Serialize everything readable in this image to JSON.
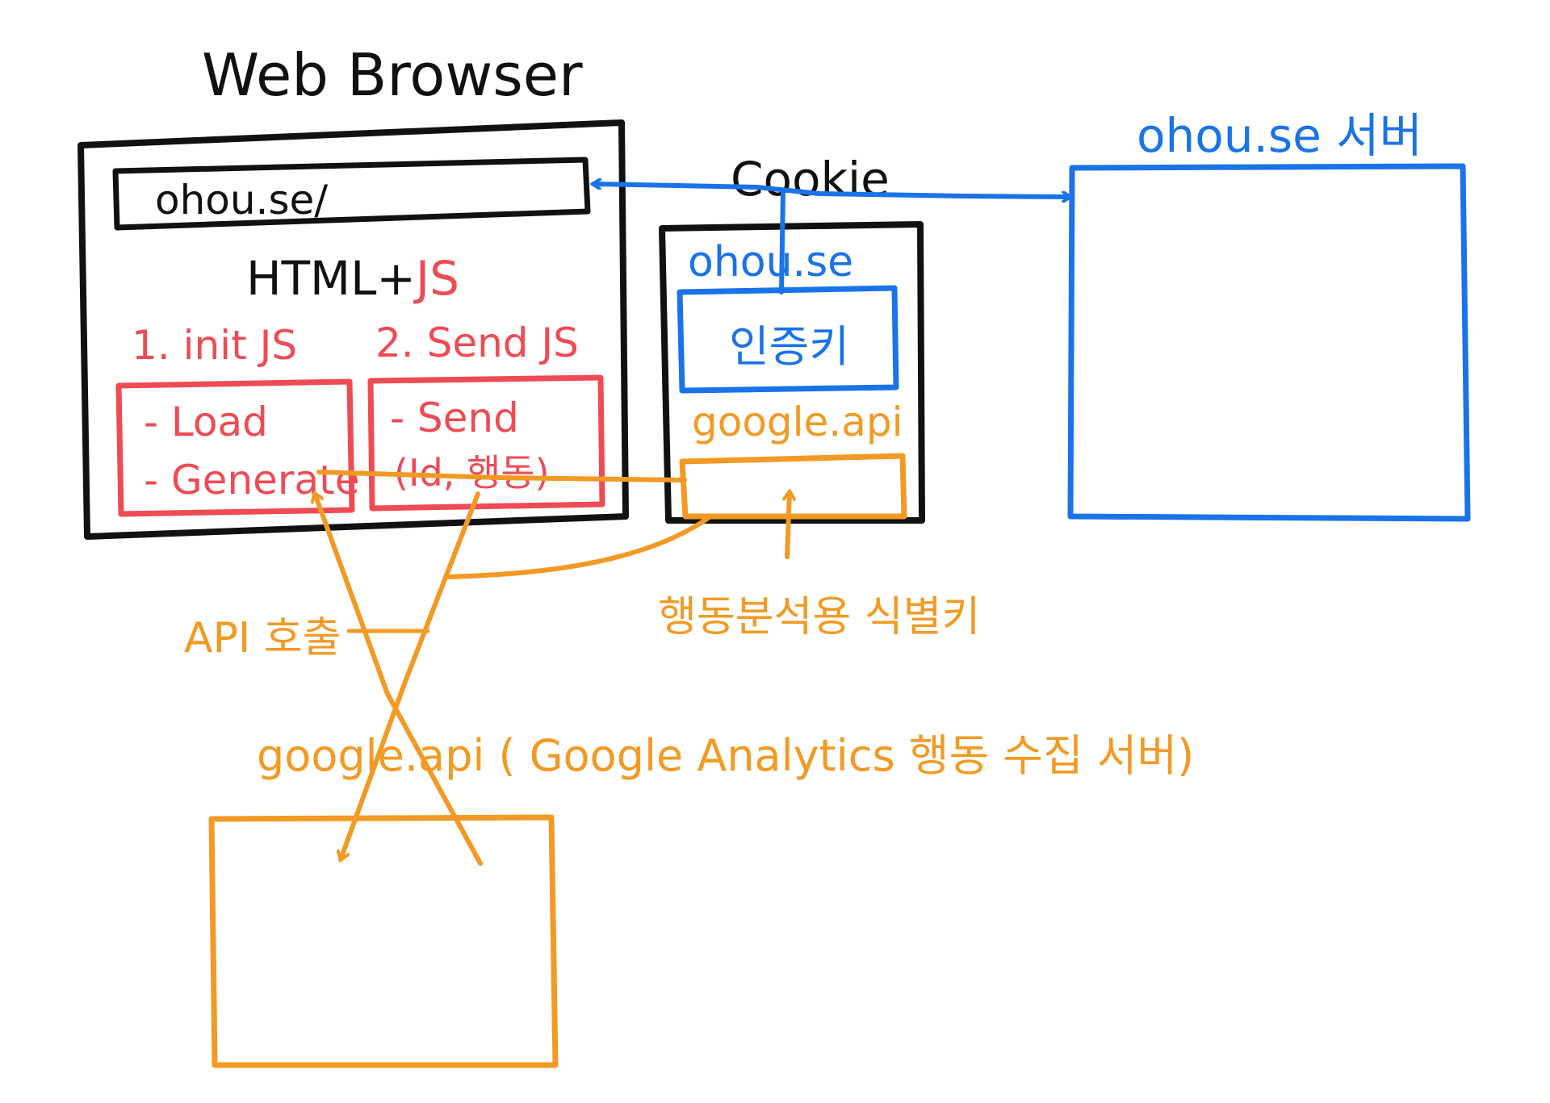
{
  "colors": {
    "black": "#111111",
    "blue": "#1a73e8",
    "red": "#ef4b55",
    "orange": "#f29a24"
  },
  "browser": {
    "title": "Web Browser",
    "url": "ohou.se/",
    "content_prefix": "HTML+",
    "content_js": "JS",
    "init_js_label": "1. init JS",
    "send_js_label": "2. Send JS",
    "init_box": {
      "line1": "- Load",
      "line2": "- Generate"
    },
    "send_box": {
      "line1": "- Send",
      "line2": "(Id, 행동)"
    }
  },
  "cookie": {
    "title": "Cookie",
    "domain": "ohou.se",
    "auth_key": "인증키",
    "google_domain": "google.api",
    "tracking_label": "행동분석용 식별키"
  },
  "server": {
    "title": "ohou.se 서버"
  },
  "google": {
    "title": "google.api ( Google Analytics 행동 수집 서버)",
    "api_call_label": "API 호출"
  }
}
